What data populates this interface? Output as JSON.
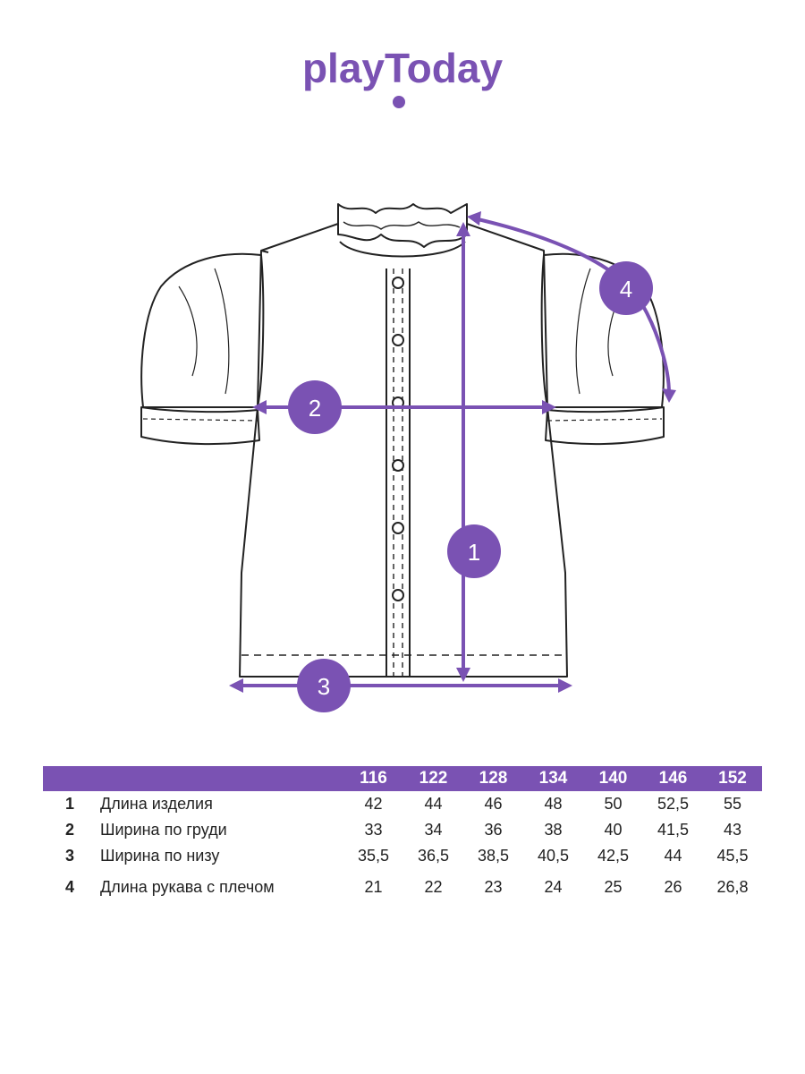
{
  "brand": {
    "name": "playToday",
    "color": "#7a52b3"
  },
  "badges": [
    "1",
    "2",
    "3",
    "4"
  ],
  "table": {
    "sizes": [
      "116",
      "122",
      "128",
      "134",
      "140",
      "146",
      "152"
    ],
    "rows": [
      {
        "num": "1",
        "label": "Длина изделия",
        "values": [
          "42",
          "44",
          "46",
          "48",
          "50",
          "52,5",
          "55"
        ]
      },
      {
        "num": "2",
        "label": "Ширина по груди",
        "values": [
          "33",
          "34",
          "36",
          "38",
          "40",
          "41,5",
          "43"
        ]
      },
      {
        "num": "3",
        "label": "Ширина по низу",
        "values": [
          "35,5",
          "36,5",
          "38,5",
          "40,5",
          "42,5",
          "44",
          "45,5"
        ]
      },
      {
        "num": "4",
        "label": "Длина рукава с плечом",
        "values": [
          "21",
          "22",
          "23",
          "24",
          "25",
          "26",
          "26,8"
        ]
      }
    ]
  }
}
